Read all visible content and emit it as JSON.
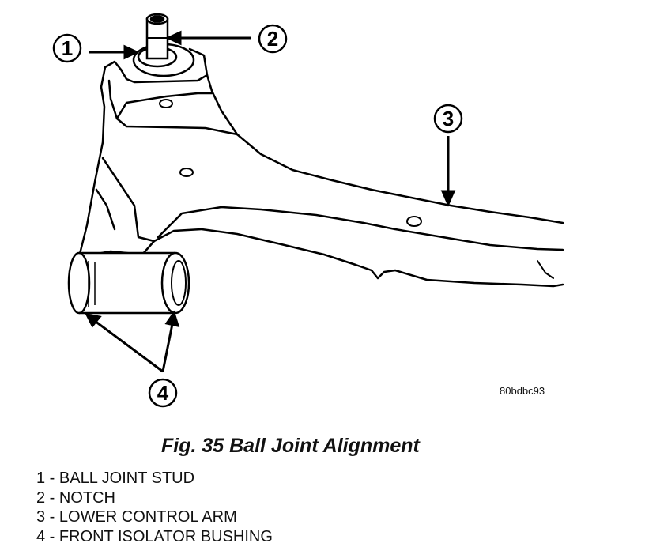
{
  "figure": {
    "image_code": "80bdbc93",
    "caption": "Fig. 35 Ball Joint Alignment",
    "callouts": [
      {
        "number": "1"
      },
      {
        "number": "2"
      },
      {
        "number": "3"
      },
      {
        "number": "4"
      }
    ]
  },
  "legend": [
    "1 - BALL JOINT STUD",
    "2 - NOTCH",
    "3 - LOWER CONTROL ARM",
    "4 - FRONT ISOLATOR BUSHING"
  ]
}
